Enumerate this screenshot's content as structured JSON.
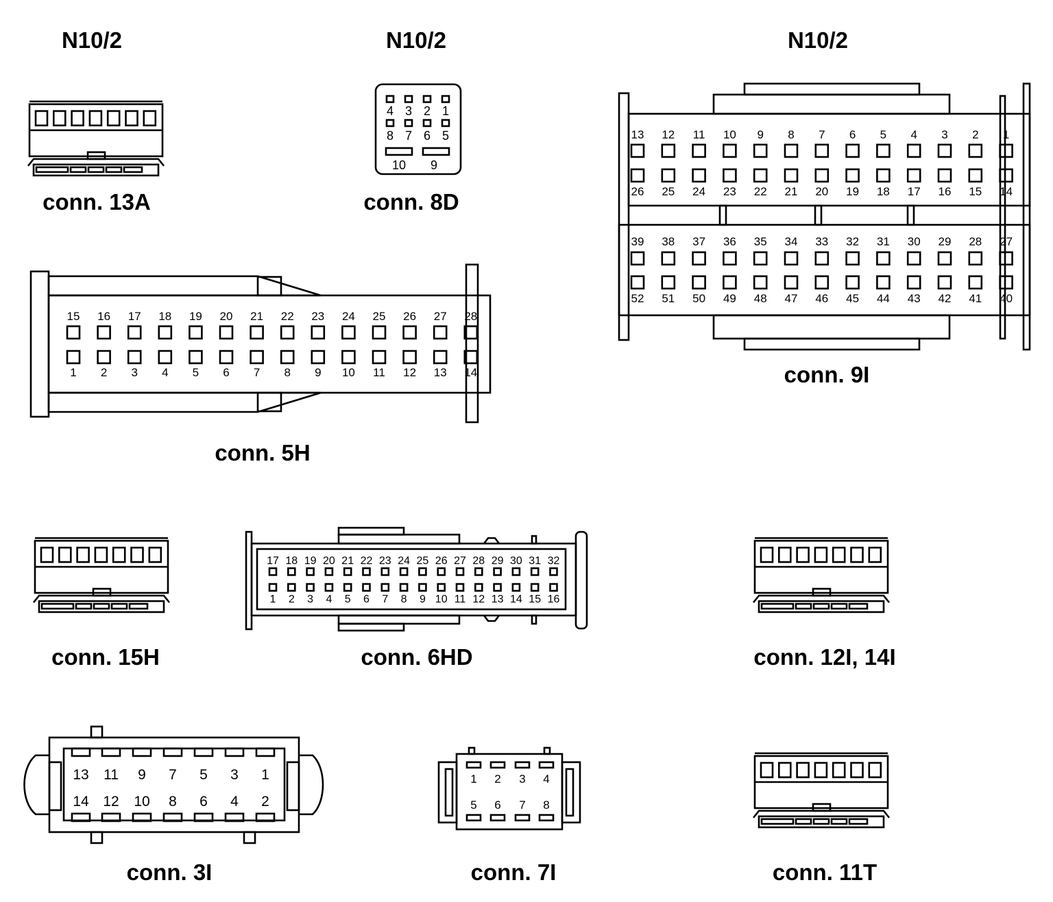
{
  "titles": [
    "N10/2",
    "N10/2",
    "N10/2"
  ],
  "connectors": {
    "c13A": {
      "caption": "conn. 13A"
    },
    "c8D": {
      "caption": "conn. 8D",
      "pins_top": [
        "4",
        "3",
        "2",
        "1"
      ],
      "pins_mid": [
        "8",
        "7",
        "6",
        "5"
      ],
      "pins_bot": [
        "10",
        "9"
      ]
    },
    "c9I": {
      "caption": "conn. 9I",
      "row1": [
        "13",
        "12",
        "11",
        "10",
        "9",
        "8",
        "7",
        "6",
        "5",
        "4",
        "3",
        "2",
        "1"
      ],
      "row2": [
        "26",
        "25",
        "24",
        "23",
        "22",
        "21",
        "20",
        "19",
        "18",
        "17",
        "16",
        "15",
        "14"
      ],
      "row3": [
        "39",
        "38",
        "37",
        "36",
        "35",
        "34",
        "33",
        "32",
        "31",
        "30",
        "29",
        "28",
        "27"
      ],
      "row4": [
        "52",
        "51",
        "50",
        "49",
        "48",
        "47",
        "46",
        "45",
        "44",
        "43",
        "42",
        "41",
        "40"
      ]
    },
    "c5H": {
      "caption": "conn. 5H",
      "top": [
        "15",
        "16",
        "17",
        "18",
        "19",
        "20",
        "21",
        "22",
        "23",
        "24",
        "25",
        "26",
        "27",
        "28"
      ],
      "bottom": [
        "1",
        "2",
        "3",
        "4",
        "5",
        "6",
        "7",
        "8",
        "9",
        "10",
        "11",
        "12",
        "13",
        "14"
      ]
    },
    "c15H": {
      "caption": "conn. 15H"
    },
    "c6HD": {
      "caption": "conn. 6HD",
      "top": [
        "17",
        "18",
        "19",
        "20",
        "21",
        "22",
        "23",
        "24",
        "25",
        "26",
        "27",
        "28",
        "29",
        "30",
        "31",
        "32"
      ],
      "bottom": [
        "1",
        "2",
        "3",
        "4",
        "5",
        "6",
        "7",
        "8",
        "9",
        "10",
        "11",
        "12",
        "13",
        "14",
        "15",
        "16"
      ]
    },
    "c12I": {
      "caption": "conn. 12I, 14I"
    },
    "c3I": {
      "caption": "conn. 3I",
      "top": [
        "13",
        "11",
        "9",
        "7",
        "5",
        "3",
        "1"
      ],
      "bottom": [
        "14",
        "12",
        "10",
        "8",
        "6",
        "4",
        "2"
      ]
    },
    "c7I": {
      "caption": "conn. 7I",
      "top": [
        "1",
        "2",
        "3",
        "4"
      ],
      "bottom": [
        "5",
        "6",
        "7",
        "8"
      ]
    },
    "c11T": {
      "caption": "conn. 11T"
    }
  }
}
